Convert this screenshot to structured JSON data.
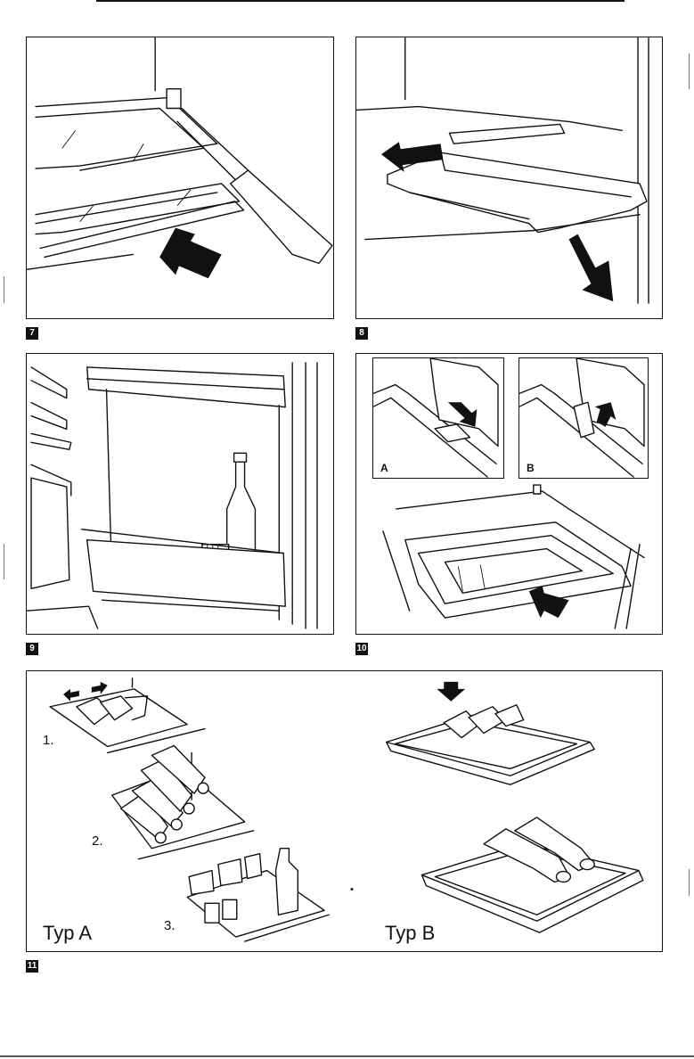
{
  "figures": [
    {
      "number": "7",
      "description_icon": "shelf-insert-icon"
    },
    {
      "number": "8",
      "description_icon": "drawer-remove-icon"
    },
    {
      "number": "9",
      "description_icon": "door-rack-icon"
    },
    {
      "number": "10",
      "description_icon": "shelf-clip-icon"
    },
    {
      "number": "11",
      "description_icon": "bottle-holder-icon"
    }
  ],
  "figure10": {
    "sub_a": "A",
    "sub_b": "B"
  },
  "figure11": {
    "steps": [
      "1.",
      "2.",
      "3."
    ],
    "type_a": "Typ A",
    "type_b": "Typ B"
  }
}
